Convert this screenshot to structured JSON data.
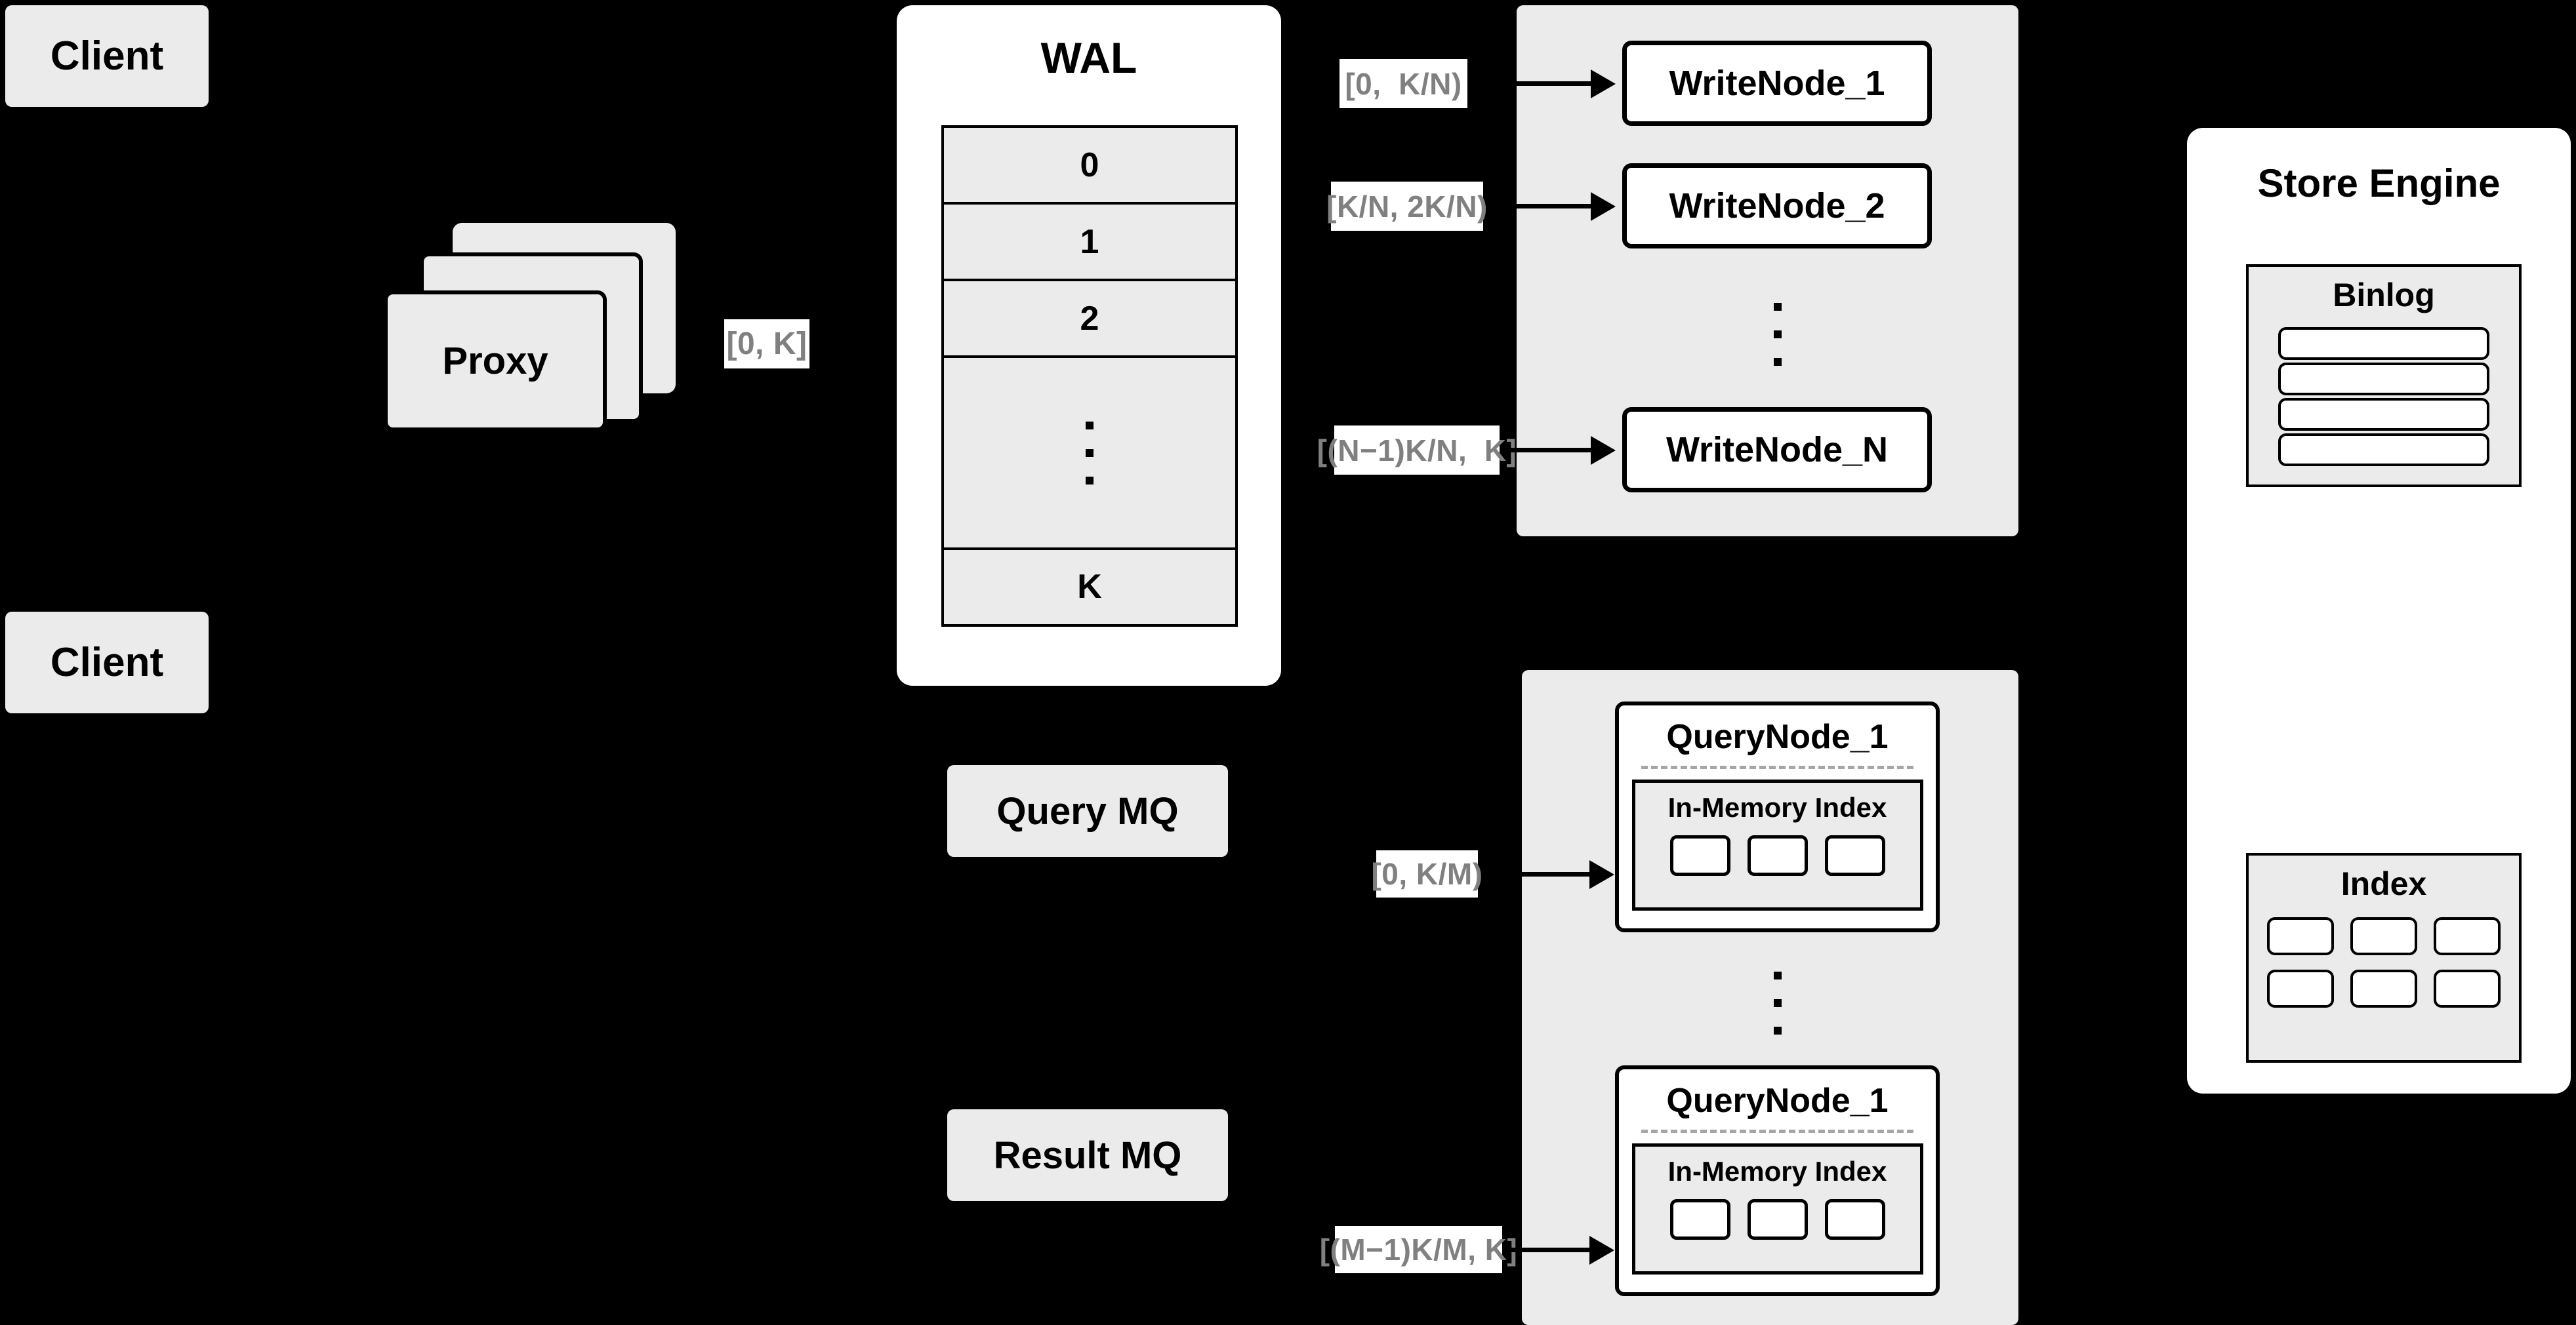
{
  "diagram": {
    "title": "Distributed Write/Query Architecture",
    "background_color": "#000000",
    "box_fill_gray": "#ebebeb",
    "box_fill_white": "#ffffff",
    "stroke_color": "#000000",
    "label_text_color": "#808080"
  },
  "clients": [
    {
      "label": "Client"
    },
    {
      "label": "Client"
    }
  ],
  "proxy": {
    "label": "Proxy",
    "stack_count": 3
  },
  "proxy_edge_label": "[0, K]",
  "wal": {
    "title": "WAL",
    "rows": [
      "0",
      "1",
      "2",
      "⋮",
      "K"
    ],
    "ellipsis_row_index": 3,
    "ellipsis_dots": 3
  },
  "write_cluster": {
    "nodes": [
      {
        "label": "WriteNode_1",
        "edge_label": "[0,  K/N)"
      },
      {
        "label": "WriteNode_2",
        "edge_label": "[K/N, 2K/N)"
      },
      {
        "label": "WriteNode_N",
        "edge_label": "[(N−1)K/N,  K]"
      }
    ],
    "ellipsis_dots": 3
  },
  "query_mq": {
    "label": "Query MQ"
  },
  "result_mq": {
    "label": "Result MQ"
  },
  "query_cluster": {
    "nodes": [
      {
        "label": "QueryNode_1",
        "edge_label": "[0, K/M)",
        "index": {
          "title": "In-Memory Index",
          "cells": 3
        }
      },
      {
        "label": "QueryNode_1",
        "edge_label": "[(M−1)K/M, K]",
        "index": {
          "title": "In-Memory Index",
          "cells": 3
        }
      }
    ],
    "ellipsis_dots": 3
  },
  "store_engine": {
    "title": "Store Engine",
    "binlog": {
      "title": "Binlog",
      "bars": 4
    },
    "index": {
      "title": "Index",
      "cells": 6,
      "columns": 3,
      "rows": 2
    }
  }
}
